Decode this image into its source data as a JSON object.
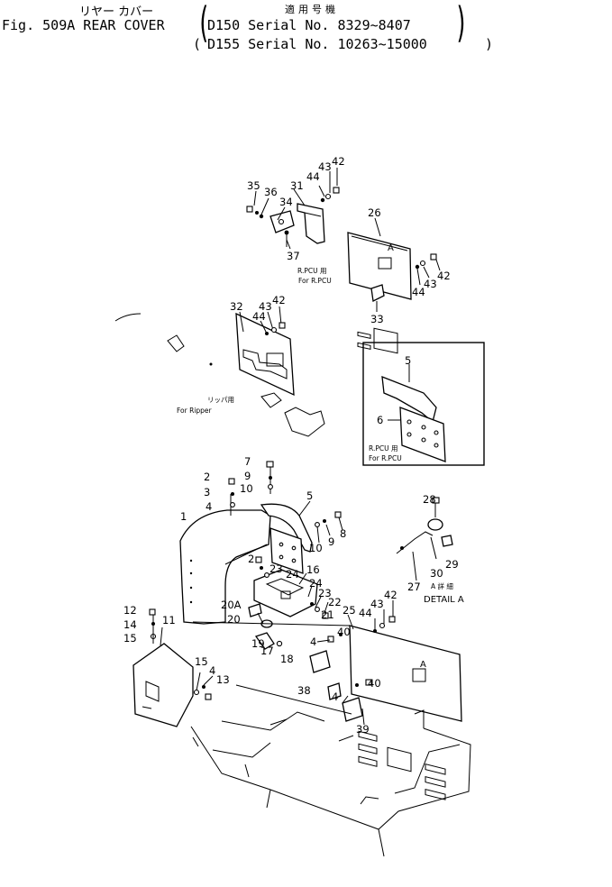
{
  "header": {
    "jp_title": "リヤー カバー",
    "jp_applicable": "適用号機",
    "fig_title": "Fig. 509A  REAR COVER",
    "serial_1": "D150  Serial No. 8329~8407",
    "serial_2": "D155  Serial No. 10263~15000"
  },
  "notes": {
    "rpcu_jp_top": "R.PCU 用",
    "rpcu_en_top": "For R.PCU",
    "ripper_jp": "リッパ用",
    "ripper_en": "For Ripper",
    "rpcu_jp_box": "R.PCU 用",
    "rpcu_en_box": "For R.PCU",
    "detail_jp": "A 詳 細",
    "detail_en": "DETAIL  A",
    "mark_a": "A"
  },
  "part_labels": [
    {
      "id": "p42a",
      "text": "42"
    },
    {
      "id": "p43a",
      "text": "43"
    },
    {
      "id": "p44a",
      "text": "44"
    },
    {
      "id": "p31",
      "text": "31"
    },
    {
      "id": "p35",
      "text": "35"
    },
    {
      "id": "p36",
      "text": "36"
    },
    {
      "id": "p34",
      "text": "34"
    },
    {
      "id": "p37",
      "text": "37"
    },
    {
      "id": "p26",
      "text": "26"
    },
    {
      "id": "p42b",
      "text": "42"
    },
    {
      "id": "p43b",
      "text": "43"
    },
    {
      "id": "p44b",
      "text": "44"
    },
    {
      "id": "p33",
      "text": "33"
    },
    {
      "id": "p32",
      "text": "32"
    },
    {
      "id": "p44c",
      "text": "44"
    },
    {
      "id": "p43c",
      "text": "43"
    },
    {
      "id": "p42c",
      "text": "42"
    },
    {
      "id": "p5a",
      "text": "5"
    },
    {
      "id": "p6",
      "text": "6"
    },
    {
      "id": "p7",
      "text": "7"
    },
    {
      "id": "p9a",
      "text": "9"
    },
    {
      "id": "p10a",
      "text": "10"
    },
    {
      "id": "p2a",
      "text": "2"
    },
    {
      "id": "p3",
      "text": "3"
    },
    {
      "id": "p4a",
      "text": "4"
    },
    {
      "id": "p1",
      "text": "1"
    },
    {
      "id": "p5b",
      "text": "5"
    },
    {
      "id": "p10b",
      "text": "10"
    },
    {
      "id": "p9b",
      "text": "9"
    },
    {
      "id": "p8",
      "text": "8"
    },
    {
      "id": "p28",
      "text": "28"
    },
    {
      "id": "p29",
      "text": "29"
    },
    {
      "id": "p30",
      "text": "30"
    },
    {
      "id": "p27",
      "text": "27"
    },
    {
      "id": "p2b",
      "text": "2"
    },
    {
      "id": "p23a",
      "text": "23"
    },
    {
      "id": "p24a",
      "text": "24"
    },
    {
      "id": "p16",
      "text": "16"
    },
    {
      "id": "p24b",
      "text": "24"
    },
    {
      "id": "p23b",
      "text": "23"
    },
    {
      "id": "p22",
      "text": "22"
    },
    {
      "id": "p21",
      "text": "21"
    },
    {
      "id": "p20A",
      "text": "20A"
    },
    {
      "id": "p20",
      "text": "20"
    },
    {
      "id": "p12",
      "text": "12"
    },
    {
      "id": "p11",
      "text": "11"
    },
    {
      "id": "p14",
      "text": "14"
    },
    {
      "id": "p15a",
      "text": "15"
    },
    {
      "id": "p19",
      "text": "19"
    },
    {
      "id": "p17",
      "text": "17"
    },
    {
      "id": "p18",
      "text": "18"
    },
    {
      "id": "p4b",
      "text": "4"
    },
    {
      "id": "p40a",
      "text": "40"
    },
    {
      "id": "p25",
      "text": "25"
    },
    {
      "id": "p44d",
      "text": "44"
    },
    {
      "id": "p43d",
      "text": "43"
    },
    {
      "id": "p42d",
      "text": "42"
    },
    {
      "id": "p15b",
      "text": "15"
    },
    {
      "id": "p4c",
      "text": "4"
    },
    {
      "id": "p13",
      "text": "13"
    },
    {
      "id": "p38",
      "text": "38"
    },
    {
      "id": "p4d",
      "text": "4"
    },
    {
      "id": "p40b",
      "text": "40"
    },
    {
      "id": "p39",
      "text": "39"
    }
  ]
}
